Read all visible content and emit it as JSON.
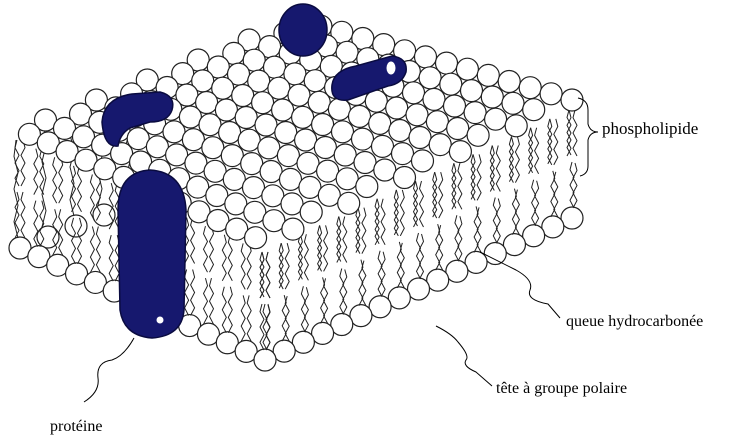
{
  "labels": {
    "phospholipid": "phospholipide",
    "tail": "queue hydrocarbonée",
    "head": "tête à groupe polaire",
    "protein": "protéine"
  },
  "colors": {
    "protein": "#16186e",
    "outline": "#222222",
    "head_fill": "#ffffff"
  }
}
